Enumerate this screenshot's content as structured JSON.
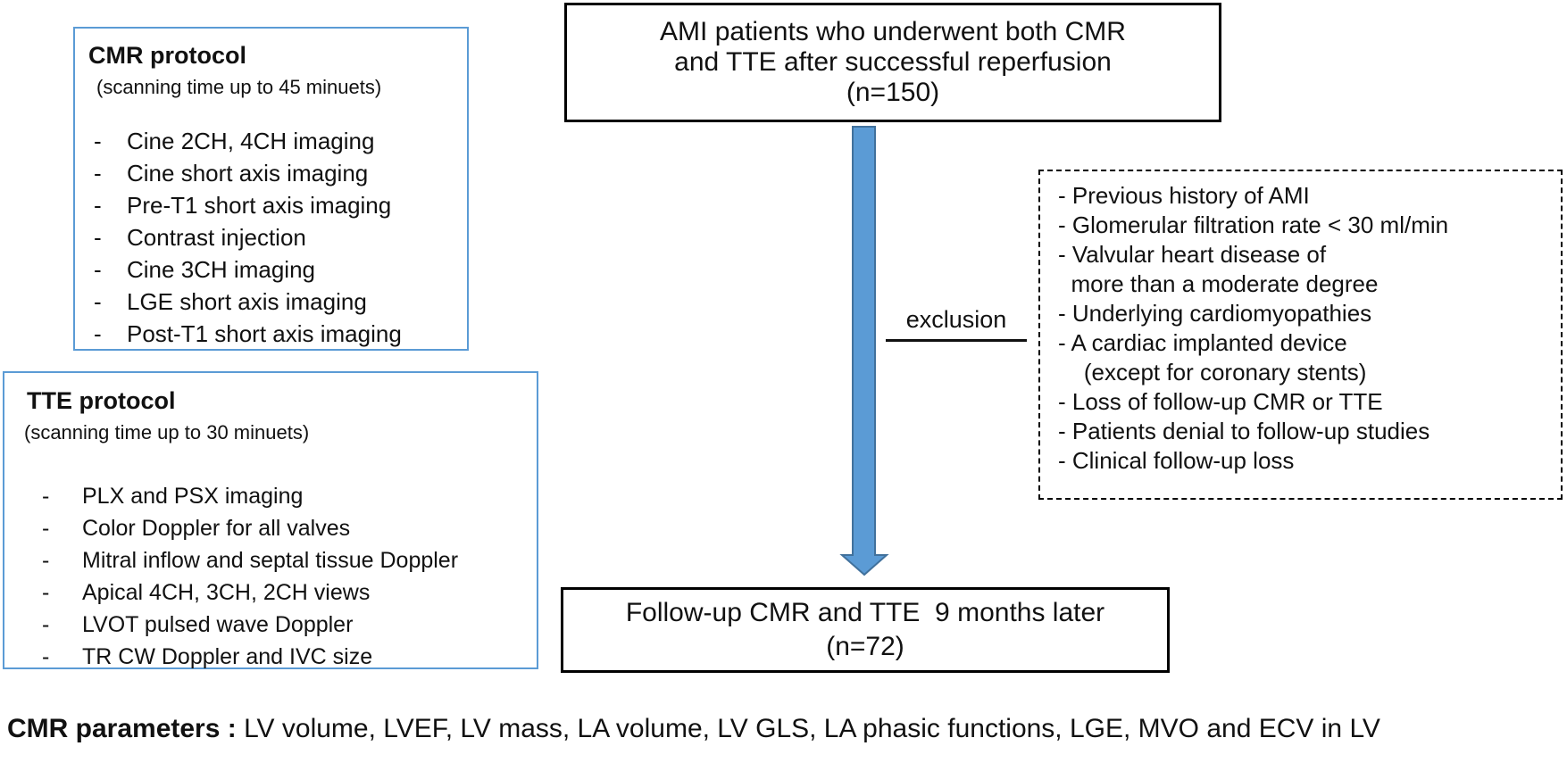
{
  "enrollment_box": {
    "lines": [
      "AMI patients who underwent both CMR",
      "and TTE after successful reperfusion",
      "(n=150)"
    ]
  },
  "cmr_protocol_box": {
    "title": "CMR protocol",
    "subtitle": "(scanning time up to 45 minuets)",
    "bullet": "-",
    "items": [
      "Cine 2CH, 4CH imaging",
      "Cine short axis imaging",
      "Pre-T1 short axis imaging",
      "Contrast injection",
      "Cine 3CH imaging",
      "LGE short axis imaging",
      "Post-T1 short axis imaging"
    ]
  },
  "tte_protocol_box": {
    "title": "TTE protocol",
    "subtitle": "(scanning time up to 30 minuets)",
    "bullet": "-",
    "items": [
      "PLX and PSX imaging",
      "Color Doppler for all valves",
      "Mitral inflow and septal tissue Doppler",
      "Apical 4CH, 3CH, 2CH views",
      "LVOT pulsed wave Doppler",
      "TR CW Doppler and IVC size"
    ]
  },
  "exclusion": {
    "label": "exclusion",
    "lines": [
      "- Previous history of AMI",
      "- Glomerular filtration rate < 30 ml/min",
      "- Valvular heart disease of",
      "  more than a moderate degree",
      "- Underlying cardiomyopathies",
      "- A cardiac implanted device",
      "    (except for coronary stents)",
      "- Loss of follow-up CMR or TTE",
      "- Patients denial to follow-up studies",
      "- Clinical follow-up loss"
    ]
  },
  "followup_box": {
    "lines": [
      "Follow-up CMR and TTE  9 months later",
      "(n=72)"
    ]
  },
  "caption": {
    "bold": "CMR parameters : ",
    "text": "LV volume, LVEF, LV mass, LA volume, LV GLS, LA phasic functions, LGE, MVO and ECV in LV"
  },
  "colors": {
    "arrow_fill": "#5b9bd5",
    "arrow_stroke": "#41719c",
    "protocol_box_border": "#5b9bd5",
    "solid_box_border": "#000000",
    "dashed_box_border": "#000000",
    "text": "#111111",
    "background": "#ffffff"
  }
}
